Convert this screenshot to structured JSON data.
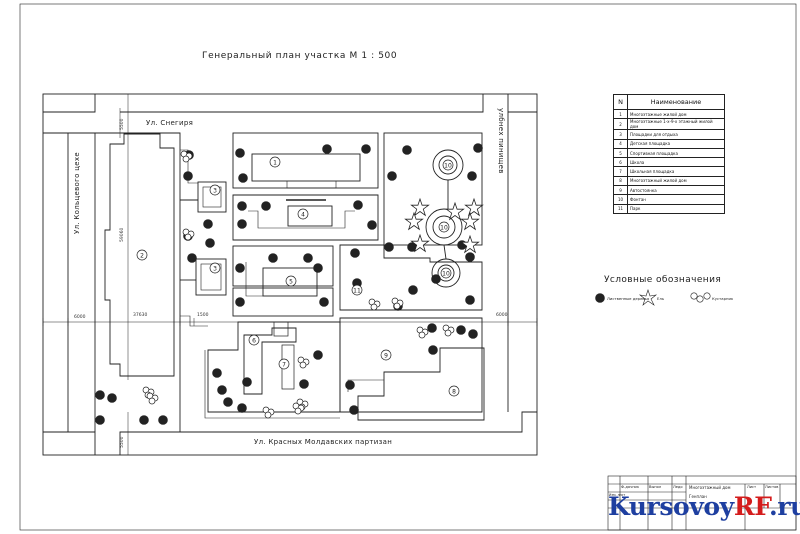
{
  "drawing": {
    "title": "Генеральный план участка   М 1 : 500"
  },
  "streets": {
    "top": "Ул. Снегиря",
    "bottom": "Ул. Красных Молдавских партизан",
    "left": "Ул. Кольцевого цехе",
    "right": "улбнех пинищев"
  },
  "dimensions": {
    "d1": "5500",
    "d2": "59060",
    "d3": "6000",
    "d4": "37630",
    "d5": "1500",
    "d6": "6000",
    "d7": "5500"
  },
  "building_numbers": [
    "1",
    "2",
    "3",
    "3",
    "4",
    "5",
    "6",
    "7",
    "8",
    "9",
    "10",
    "10",
    "10",
    "11"
  ],
  "legend_table": {
    "header_n": "N",
    "header_name": "Наименование",
    "rows": [
      {
        "n": "1",
        "name": "Многоэтажные жилой дом"
      },
      {
        "n": "2",
        "name": "Многоэтажные 1-х-9-х этажный жилой дом"
      },
      {
        "n": "3",
        "name": "Площадки для отдыха"
      },
      {
        "n": "4",
        "name": "Детская площадка"
      },
      {
        "n": "5",
        "name": "Спортивная площадка"
      },
      {
        "n": "6",
        "name": "Школа"
      },
      {
        "n": "7",
        "name": "Школьная площадка"
      },
      {
        "n": "8",
        "name": "Многоэтажный жилой дом"
      },
      {
        "n": "9",
        "name": "Автостоянка"
      },
      {
        "n": "10",
        "name": "Фонтан"
      },
      {
        "n": "11",
        "name": "Парк"
      }
    ]
  },
  "conventions": {
    "title": "Условные обозначения",
    "items": [
      "Лиственные деревья",
      "Ель",
      "Кустарник"
    ]
  },
  "stamp": {
    "cells": [
      "Ф-дачник",
      "Выпол",
      "Ледо",
      "Изм. лист",
      "Многоэтажный дом",
      "Генплан",
      "Лист",
      "Листов"
    ]
  },
  "watermark": {
    "brand": "Kursovoy",
    "accent": "RF",
    "suffix": ".ru"
  },
  "colors": {
    "ink": "#222222",
    "brand_blue": "#1e3fa0",
    "brand_red": "#d41c1c"
  }
}
